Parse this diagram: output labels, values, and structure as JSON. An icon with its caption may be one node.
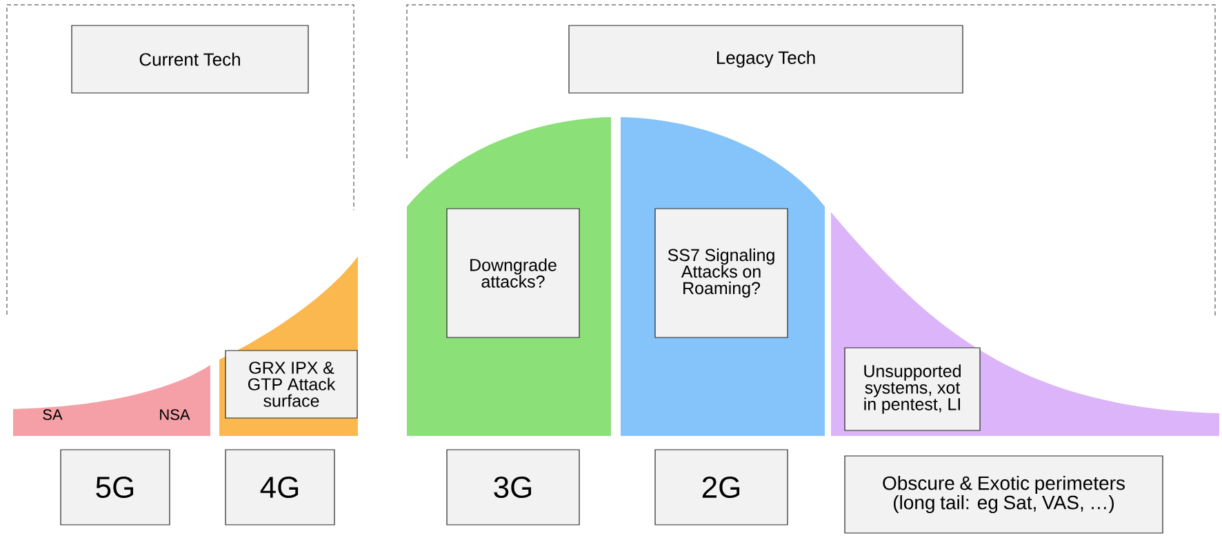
{
  "diagram": {
    "nodes": [
      {
        "text": [
          "Current Tech"
        ]
      },
      {
        "text": [
          "Legacy Tech"
        ]
      },
      {
        "text": [
          "SA",
          "NSA"
        ]
      },
      {
        "text": [],
        "shape": "area"
      },
      {
        "text": [
          "GRX IPX & GTP Attack surface"
        ],
        "in": 3
      },
      {
        "text": [],
        "shape": "area"
      },
      {
        "text": [
          "Downgrade attacks?"
        ],
        "in": 5
      },
      {
        "text": [],
        "shape": "area"
      },
      {
        "text": [
          "SS7 Signaling Attacks on Roaming?"
        ],
        "in": 7
      },
      {
        "text": [],
        "shape": "area"
      },
      {
        "text": [
          "Unsupported systems, xot in pentest, LI"
        ],
        "in": 9
      },
      {
        "text": [
          "5G"
        ]
      },
      {
        "text": [
          "4G"
        ]
      },
      {
        "text": [
          "3G"
        ]
      },
      {
        "text": [
          "2G"
        ]
      },
      {
        "text": [
          "Obscure & Exotic perimeters (long tail: eg Sat, VAS, …)"
        ]
      }
    ]
  }
}
